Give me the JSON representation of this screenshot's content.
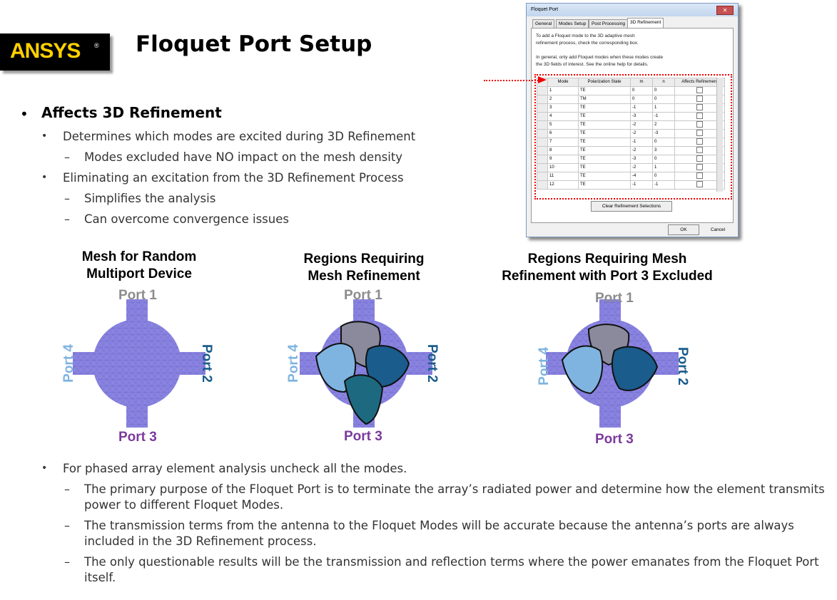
{
  "brand": {
    "name": "ANSYS",
    "mark": "®"
  },
  "title": "Floquet Port Setup",
  "bullets": {
    "main": "Affects 3D Refinement",
    "b1": "Determines which modes are excited during 3D Refinement",
    "b1a": "Modes excluded have NO impact on the mesh density",
    "b2": "Eliminating an excitation from the 3D Refinement Process",
    "b2a": "Simplifies the analysis",
    "b2b": "Can overcome convergence issues",
    "b3": "For phased array element analysis uncheck all the modes.",
    "b3a": "The primary purpose of the Floquet Port is to terminate the array’s radiated power and determine how the element transmits power to different Floquet Modes.",
    "b3b": "The transmission terms from the antenna to the Floquet Modes will be accurate because the antenna’s ports are always included in the 3D Refinement process.",
    "b3c": "The only questionable results will be the transmission and reflection terms where the power emanates from the Floquet Port itself."
  },
  "dialog": {
    "title": "Floquet Port",
    "close": "✕",
    "tabs": [
      "General",
      "Modes Setup",
      "Post Processing",
      "3D Refinement"
    ],
    "text1a": "To add a Floquet mode to the 3D adaptive mesh",
    "text1b": "refinement process, check the corresponding box.",
    "text2a": "In general, only add Floquet modes when these modes create",
    "text2b": "the 3D fields of interest.  See the online help for details.",
    "headers": [
      "Mode",
      "Polarization State",
      "m",
      "n",
      "Affects Refinement"
    ],
    "rows": [
      [
        "1",
        "TE",
        "0",
        "0"
      ],
      [
        "2",
        "TM",
        "0",
        "0"
      ],
      [
        "3",
        "TE",
        "-1",
        "1"
      ],
      [
        "4",
        "TE",
        "-3",
        "-1"
      ],
      [
        "5",
        "TE",
        "-2",
        "2"
      ],
      [
        "6",
        "TE",
        "-2",
        "-3"
      ],
      [
        "7",
        "TE",
        "-1",
        "0"
      ],
      [
        "8",
        "TE",
        "-2",
        "3"
      ],
      [
        "9",
        "TE",
        "-3",
        "0"
      ],
      [
        "10",
        "TE",
        "-2",
        "1"
      ],
      [
        "11",
        "TE",
        "-4",
        "0"
      ],
      [
        "12",
        "TE",
        "-1",
        "-1"
      ]
    ],
    "clear_button": "Clear Refinement Selections",
    "ok": "OK",
    "cancel": "Cancel"
  },
  "figures": {
    "f1_title_a": "Mesh for Random",
    "f1_title_b": "Multiport Device",
    "f2_title_a": "Regions Requiring",
    "f2_title_b": "Mesh Refinement",
    "f3_title_a": "Regions Requiring Mesh",
    "f3_title_b": "Refinement with Port 3 Excluded",
    "port1": "Port 1",
    "port2": "Port 2",
    "port3": "Port 3",
    "port4": "Port 4"
  },
  "colors": {
    "port1": "#8c8c8c",
    "port2": "#1a5c8c",
    "port3": "#7b3a9c",
    "port4": "#7fb4e0",
    "mesh": "#8a84e0",
    "accent": "#ffd100"
  }
}
